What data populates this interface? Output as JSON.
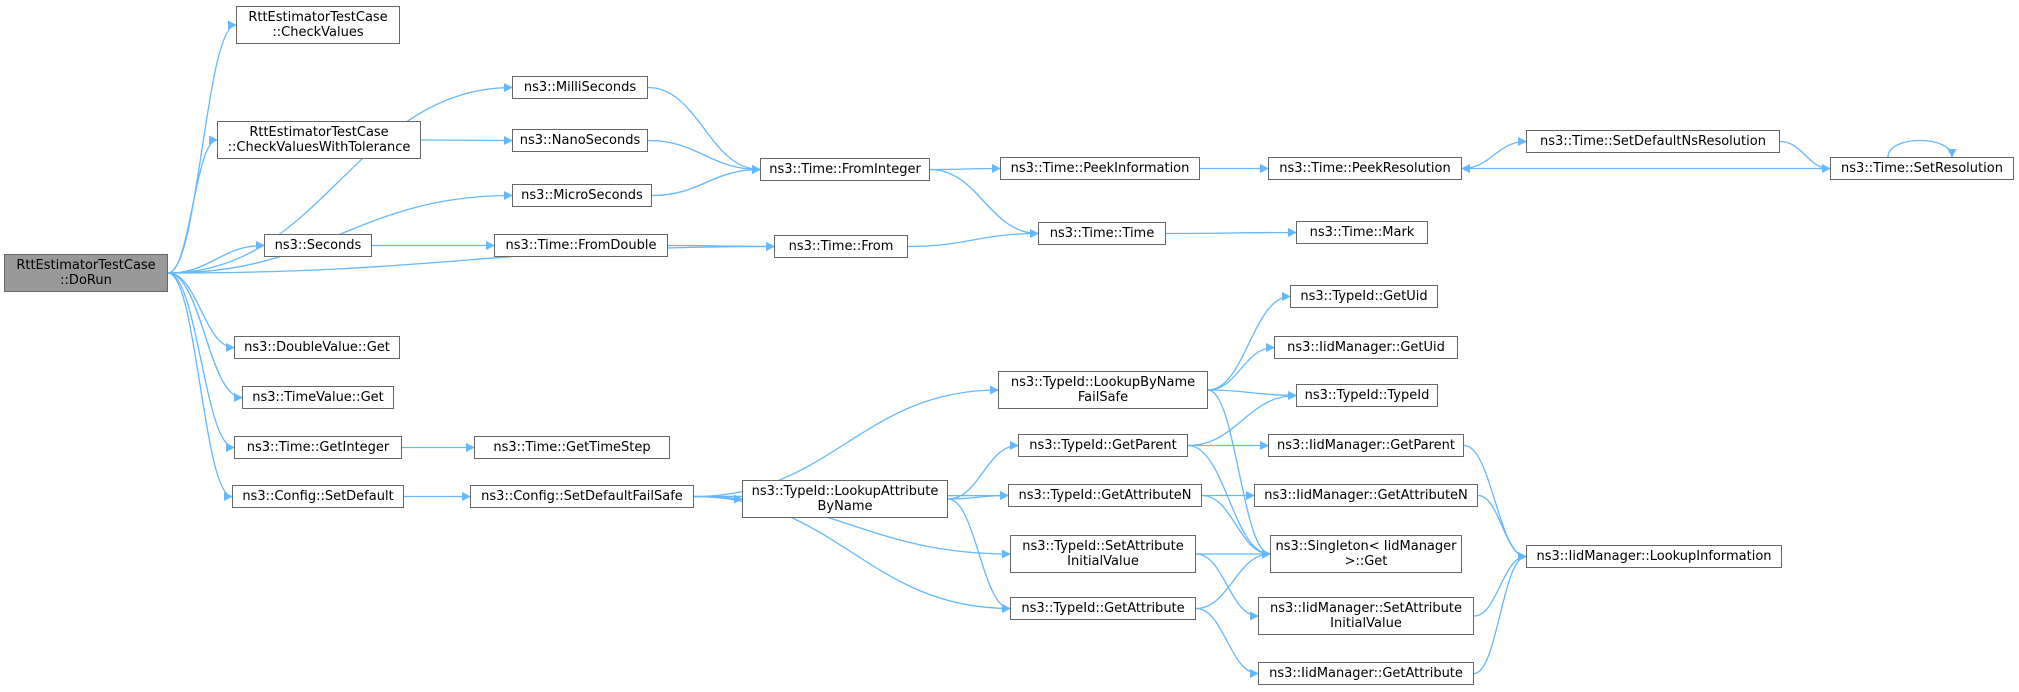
{
  "colors": {
    "edge": "#63b8ff",
    "node_border": "#666666",
    "root_fill": "#999999",
    "node_fill": "#ffffff"
  },
  "nodes": {
    "root": [
      "RttEstimatorTestCase",
      "::DoRun"
    ],
    "checkvalues": [
      "RttEstimatorTestCase",
      "::CheckValues"
    ],
    "checkvalueswithtol": [
      "RttEstimatorTestCase",
      "::CheckValuesWithTolerance"
    ],
    "milliseconds": [
      "ns3::MilliSeconds"
    ],
    "nanoseconds": [
      "ns3::NanoSeconds"
    ],
    "microseconds": [
      "ns3::MicroSeconds"
    ],
    "seconds": [
      "ns3::Seconds"
    ],
    "fromdouble": [
      "ns3::Time::FromDouble"
    ],
    "frominteger": [
      "ns3::Time::FromInteger"
    ],
    "from": [
      "ns3::Time::From"
    ],
    "peekinformation": [
      "ns3::Time::PeekInformation"
    ],
    "time": [
      "ns3::Time::Time"
    ],
    "mark": [
      "ns3::Time::Mark"
    ],
    "peekresolution": [
      "ns3::Time::PeekResolution"
    ],
    "setdefaultnsres": [
      "ns3::Time::SetDefaultNsResolution"
    ],
    "setresolution": [
      "ns3::Time::SetResolution"
    ],
    "doublevalueget": [
      "ns3::DoubleValue::Get"
    ],
    "timevalueget": [
      "ns3::TimeValue::Get"
    ],
    "getinteger": [
      "ns3::Time::GetInteger"
    ],
    "gettimestep": [
      "ns3::Time::GetTimeStep"
    ],
    "configsetdefault": [
      "ns3::Config::SetDefault"
    ],
    "setdefaultfailsafe": [
      "ns3::Config::SetDefaultFailSafe"
    ],
    "lookupbynamefailsafe": [
      "ns3::TypeId::LookupByName",
      "FailSafe"
    ],
    "lookupattributebyname": [
      "ns3::TypeId::LookupAttribute",
      "ByName"
    ],
    "getparent": [
      "ns3::TypeId::GetParent"
    ],
    "getattributen": [
      "ns3::TypeId::GetAttributeN"
    ],
    "setattributeinitialvalue": [
      "ns3::TypeId::SetAttribute",
      "InitialValue"
    ],
    "getattribute": [
      "ns3::TypeId::GetAttribute"
    ],
    "getuid": [
      "ns3::TypeId::GetUid"
    ],
    "iidgetuid": [
      "ns3::IidManager::GetUid"
    ],
    "typeid": [
      "ns3::TypeId::TypeId"
    ],
    "iidgetparent": [
      "ns3::IidManager::GetParent"
    ],
    "iidgetattributen": [
      "ns3::IidManager::GetAttributeN"
    ],
    "singletonget": [
      "ns3::Singleton< IidManager",
      ">::Get"
    ],
    "iidsetattributeinitialvalue": [
      "ns3::IidManager::SetAttribute",
      "InitialValue"
    ],
    "iidgetattribute": [
      "ns3::IidManager::GetAttribute"
    ],
    "lookupinformation": [
      "ns3::IidManager::LookupInformation"
    ]
  },
  "edges": [
    [
      "root",
      "checkvalues"
    ],
    [
      "root",
      "milliseconds"
    ],
    [
      "root",
      "checkvalueswithtol"
    ],
    [
      "root",
      "microseconds"
    ],
    [
      "root",
      "seconds"
    ],
    [
      "root",
      "from"
    ],
    [
      "root",
      "doublevalueget"
    ],
    [
      "root",
      "timevalueget"
    ],
    [
      "root",
      "getinteger"
    ],
    [
      "root",
      "configsetdefault"
    ],
    [
      "milliseconds",
      "frominteger"
    ],
    [
      "checkvalueswithtol",
      "nanoseconds"
    ],
    [
      "nanoseconds",
      "frominteger"
    ],
    [
      "microseconds",
      "frominteger"
    ],
    [
      "seconds",
      "fromdouble"
    ],
    [
      "fromdouble",
      "from"
    ],
    [
      "from",
      "time"
    ],
    [
      "frominteger",
      "peekinformation"
    ],
    [
      "frominteger",
      "time"
    ],
    [
      "peekinformation",
      "peekresolution"
    ],
    [
      "peekresolution",
      "setdefaultnsres"
    ],
    [
      "setdefaultnsres",
      "setresolution"
    ],
    [
      "setresolution",
      "peekresolution"
    ],
    [
      "setresolution",
      "setresolution"
    ],
    [
      "time",
      "mark"
    ],
    [
      "getinteger",
      "gettimestep"
    ],
    [
      "configsetdefault",
      "setdefaultfailsafe"
    ],
    [
      "setdefaultfailsafe",
      "lookupbynamefailsafe"
    ],
    [
      "setdefaultfailsafe",
      "lookupattributebyname"
    ],
    [
      "setdefaultfailsafe",
      "getattributen"
    ],
    [
      "setdefaultfailsafe",
      "setattributeinitialvalue"
    ],
    [
      "setdefaultfailsafe",
      "getattribute"
    ],
    [
      "lookupattributebyname",
      "getparent"
    ],
    [
      "lookupattributebyname",
      "getattributen"
    ],
    [
      "lookupattributebyname",
      "getattribute"
    ],
    [
      "lookupbynamefailsafe",
      "getuid"
    ],
    [
      "lookupbynamefailsafe",
      "iidgetuid"
    ],
    [
      "lookupbynamefailsafe",
      "typeid"
    ],
    [
      "lookupbynamefailsafe",
      "singletonget"
    ],
    [
      "getparent",
      "typeid"
    ],
    [
      "getparent",
      "iidgetparent"
    ],
    [
      "getparent",
      "singletonget"
    ],
    [
      "getattributen",
      "iidgetattributen"
    ],
    [
      "getattributen",
      "singletonget"
    ],
    [
      "setattributeinitialvalue",
      "singletonget"
    ],
    [
      "setattributeinitialvalue",
      "iidsetattributeinitialvalue"
    ],
    [
      "getattribute",
      "singletonget"
    ],
    [
      "getattribute",
      "iidgetattribute"
    ],
    [
      "iidgetparent",
      "lookupinformation"
    ],
    [
      "iidgetattributen",
      "lookupinformation"
    ],
    [
      "iidsetattributeinitialvalue",
      "lookupinformation"
    ],
    [
      "iidgetattribute",
      "lookupinformation"
    ]
  ]
}
